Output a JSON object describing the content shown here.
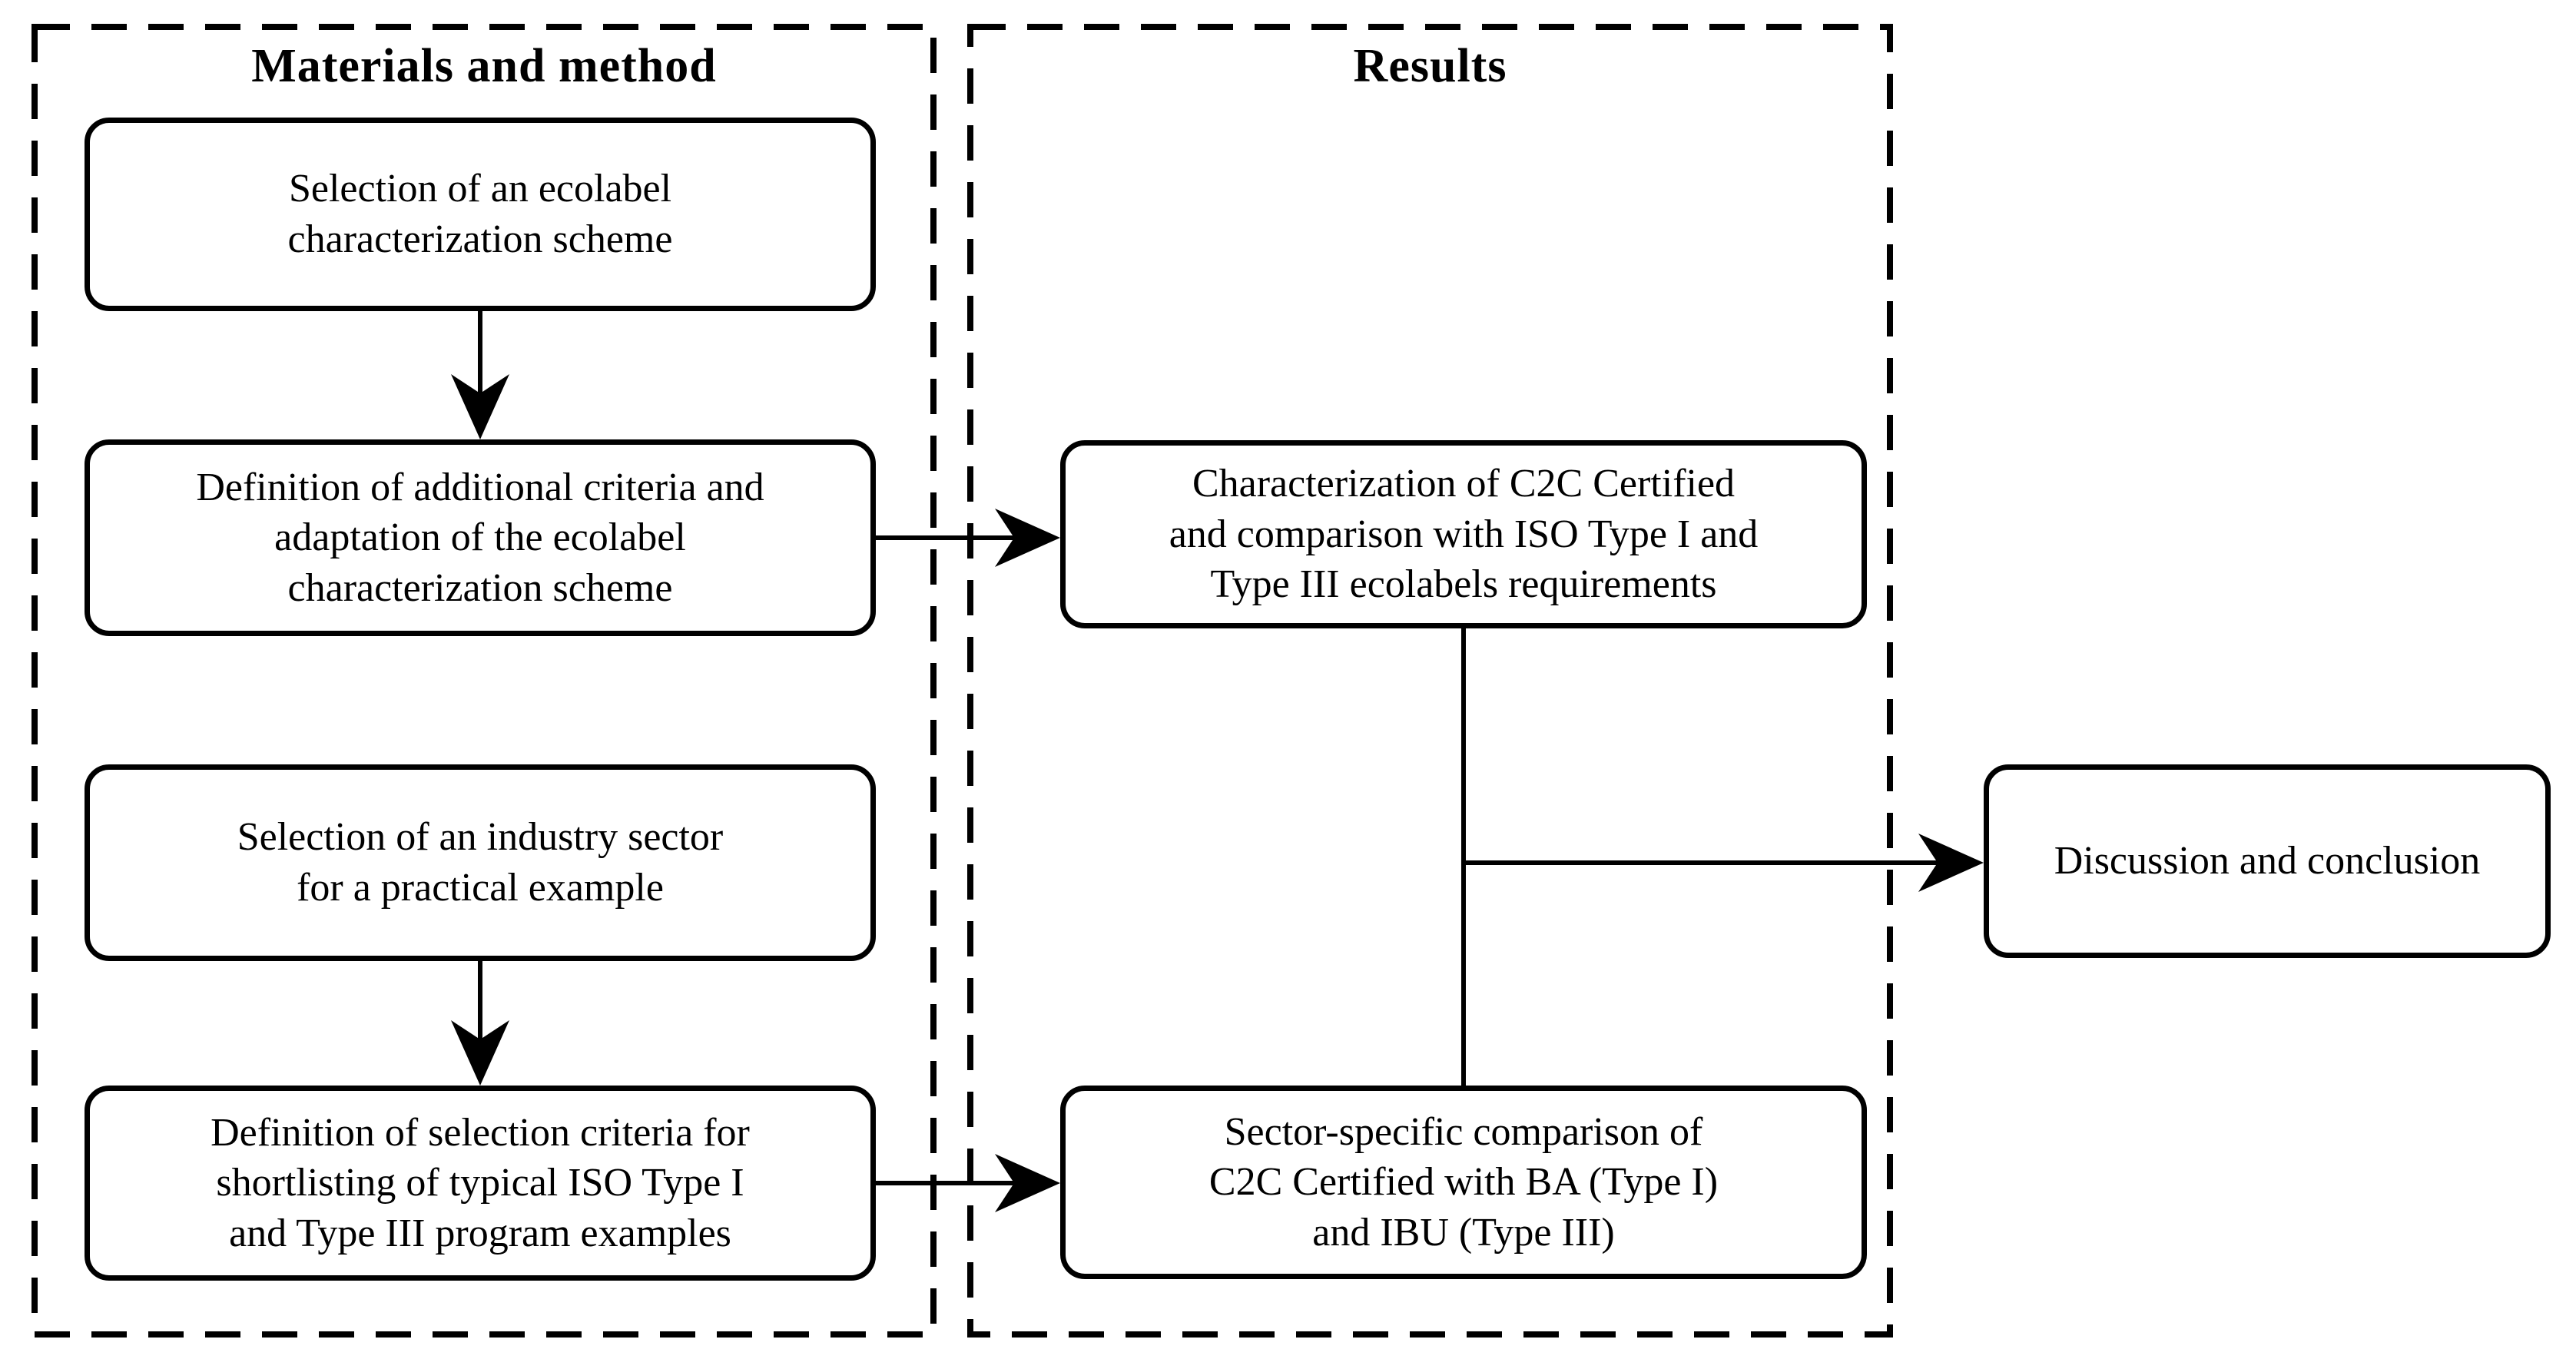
{
  "colors": {
    "ink": "#000000",
    "paper": "#ffffff"
  },
  "materials": {
    "title": "Materials and method",
    "boxes": [
      {
        "lines": [
          "Selection of an ecolabel",
          "characterization scheme"
        ]
      },
      {
        "lines": [
          "Definition of additional criteria and",
          "adaptation of the ecolabel",
          "characterization scheme"
        ]
      },
      {
        "lines": [
          "Selection of an industry sector",
          "for a practical example"
        ]
      },
      {
        "lines": [
          "Definition of selection criteria for",
          "shortlisting of typical ISO Type I",
          "and Type III program examples"
        ]
      }
    ]
  },
  "results": {
    "title": "Results",
    "boxes": [
      {
        "lines": [
          "Characterization of C2C Certified",
          "and comparison with ISO Type I and",
          "Type III ecolabels requirements"
        ]
      },
      {
        "lines": [
          "Sector-specific comparison of",
          "C2C Certified with BA (Type I)",
          "and IBU (Type III)"
        ]
      }
    ]
  },
  "conclusion": {
    "lines": [
      "Discussion and conclusion"
    ]
  }
}
